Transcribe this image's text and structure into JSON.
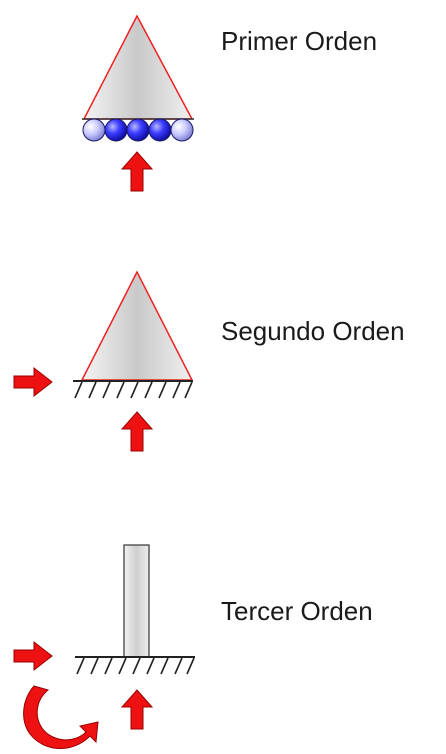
{
  "supports": [
    {
      "id": "primer",
      "label": "Primer Orden"
    },
    {
      "id": "segundo",
      "label": "Segundo Orden"
    },
    {
      "id": "tercer",
      "label": "Tercer Orden"
    }
  ],
  "colors": {
    "arrow": "#ee1111",
    "triangle_outline": "#ee2222",
    "roller_blue": "#2a2ad8",
    "ground_line": "#222222",
    "text": "#1a1a1a"
  }
}
